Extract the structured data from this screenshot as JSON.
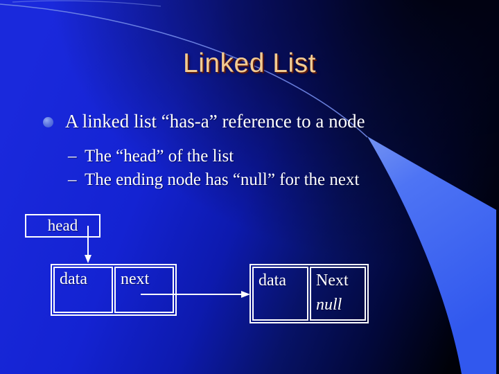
{
  "slide": {
    "title": "Linked List",
    "bullet": {
      "text": "A linked list “has-a” reference to a node"
    },
    "sub_bullets": [
      {
        "dash": "–",
        "text": "The “head” of the list"
      },
      {
        "dash": "–",
        "text": "The ending node has “null” for the next"
      }
    ],
    "diagram": {
      "head_label": "head",
      "node1": {
        "data_label": "data",
        "next_label": "next"
      },
      "node2": {
        "data_label": "data",
        "next_label": "Next",
        "null_value": "null"
      }
    },
    "icons": {
      "bullet_marker": "ball-bullet-icon",
      "head_pointer": "down-arrow-icon",
      "next_pointer": "right-arrow-icon"
    },
    "colors": {
      "base_blue": "#1423D4",
      "dark_corner": "#000108",
      "swoosh_blue": "#3A62F2",
      "title_color": "#F2CB92",
      "text_color": "#FFFFFF",
      "border_color": "#FFFFFF"
    }
  }
}
